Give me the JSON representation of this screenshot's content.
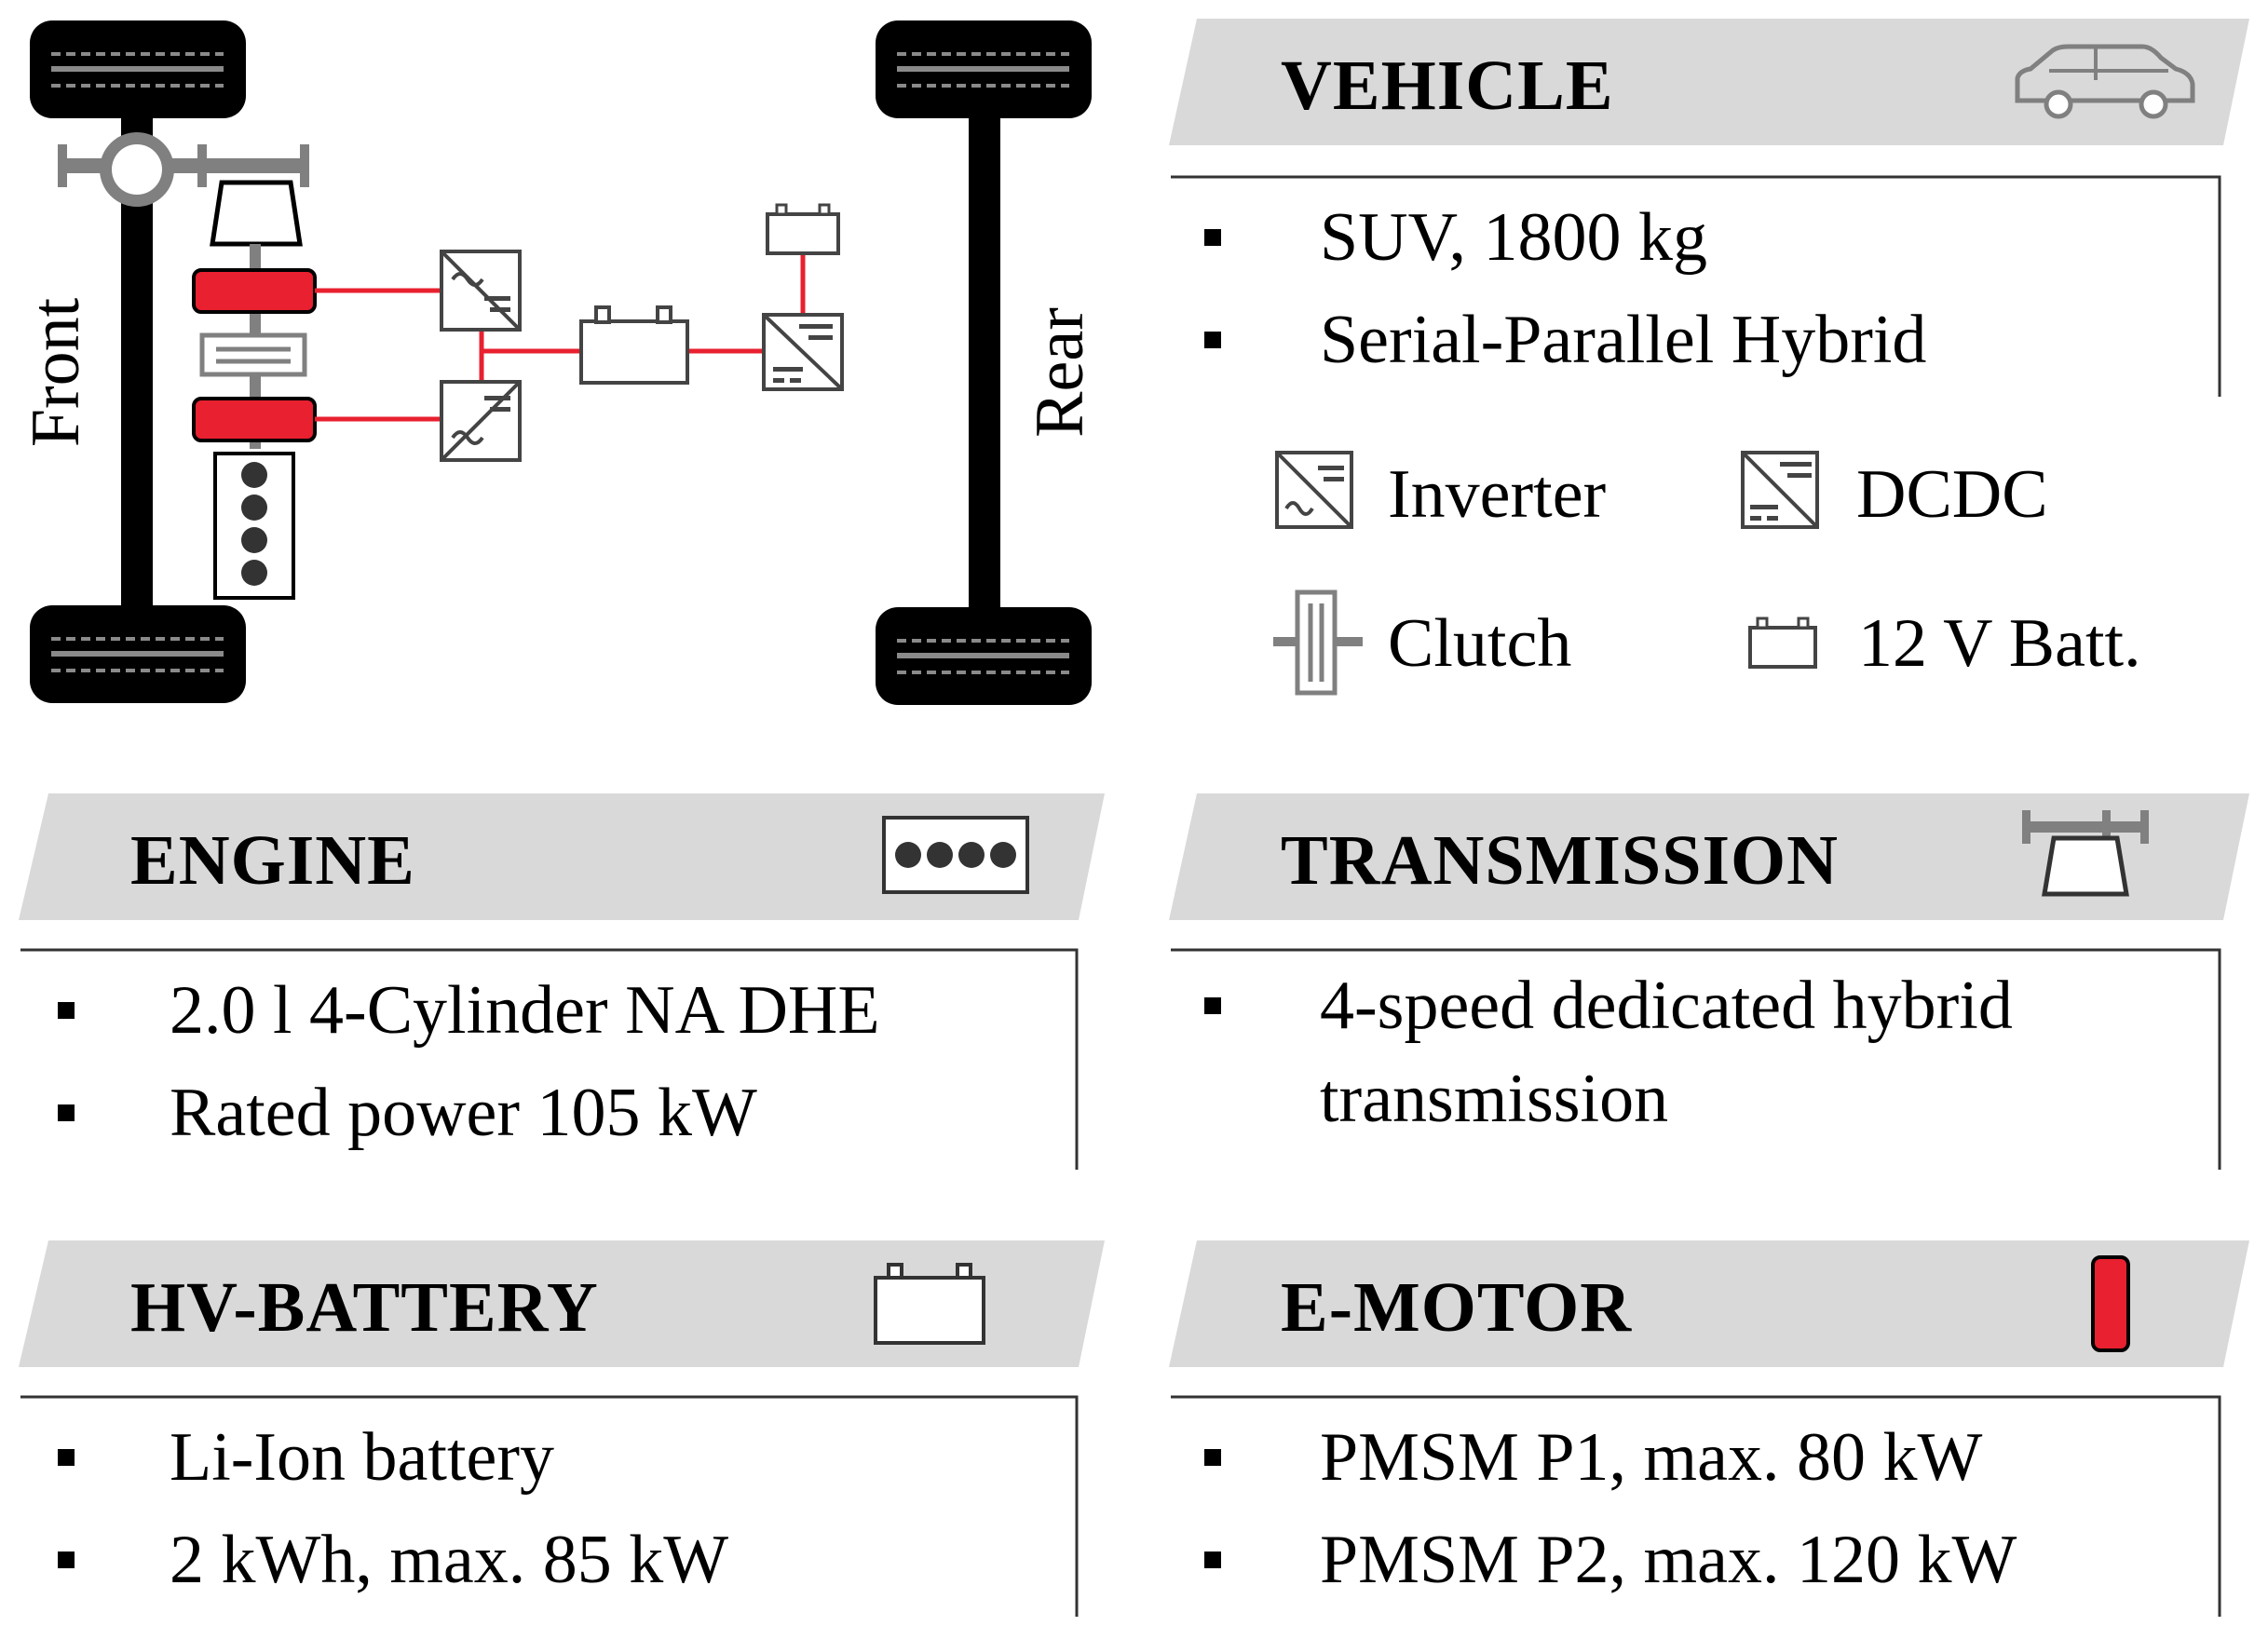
{
  "drivetrain": {
    "front_label": "Front",
    "rear_label": "Rear"
  },
  "vehicle": {
    "title": "VEHICLE",
    "icon": "suv-icon",
    "items": [
      "SUV, 1800 kg",
      "Serial-Parallel Hybrid"
    ]
  },
  "legend": {
    "inverter": "Inverter",
    "dcdc": "DCDC",
    "clutch": "Clutch",
    "battery_12v": "12 V Batt."
  },
  "engine": {
    "title": "ENGINE",
    "icon": "engine-icon",
    "items": [
      "2.0 l 4-Cylinder NA DHE",
      "Rated power 105 kW"
    ]
  },
  "transmission": {
    "title": "TRANSMISSION",
    "icon": "transmission-icon",
    "items": [
      "4-speed dedicated hybrid",
      "transmission"
    ]
  },
  "hv_battery": {
    "title": "HV-BATTERY",
    "icon": "battery-icon",
    "items": [
      "Li-Ion battery",
      "2 kWh, max. 85 kW"
    ]
  },
  "e_motor": {
    "title": "E-MOTOR",
    "icon": "motor-icon",
    "items": [
      "PMSM P1, max. 80 kW",
      "PMSM P2, max. 120 kW"
    ]
  },
  "colors": {
    "motor_red": "#e8202f",
    "header_gray": "#d9d9d9",
    "wire_red": "#e8202f",
    "component_gray": "#808080"
  }
}
